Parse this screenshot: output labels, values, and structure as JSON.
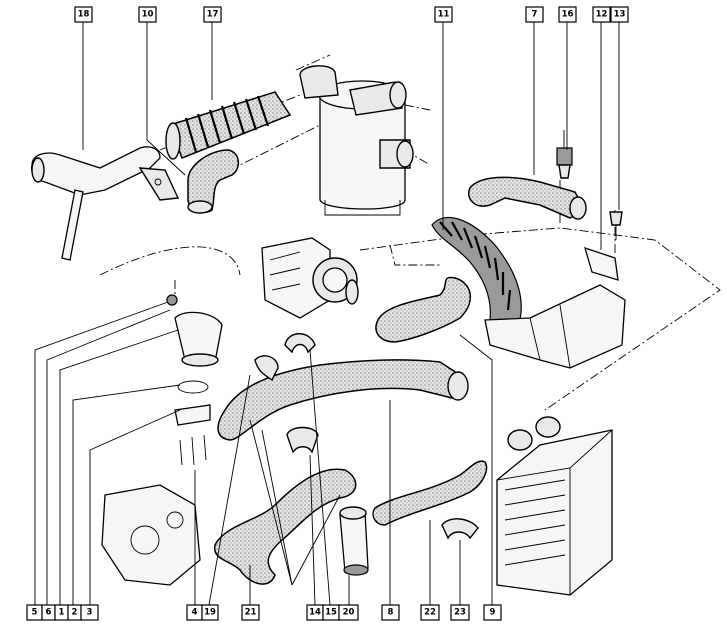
{
  "figure": {
    "kind": "exploded parts diagram — air intake / turbo hoses",
    "callouts": [
      "18",
      "10",
      "17",
      "11",
      "7",
      "16",
      "12",
      "13",
      "5",
      "6",
      "1",
      "2",
      "3",
      "4",
      "19",
      "21",
      "14",
      "15",
      "20",
      "8",
      "22",
      "23",
      "9"
    ]
  }
}
